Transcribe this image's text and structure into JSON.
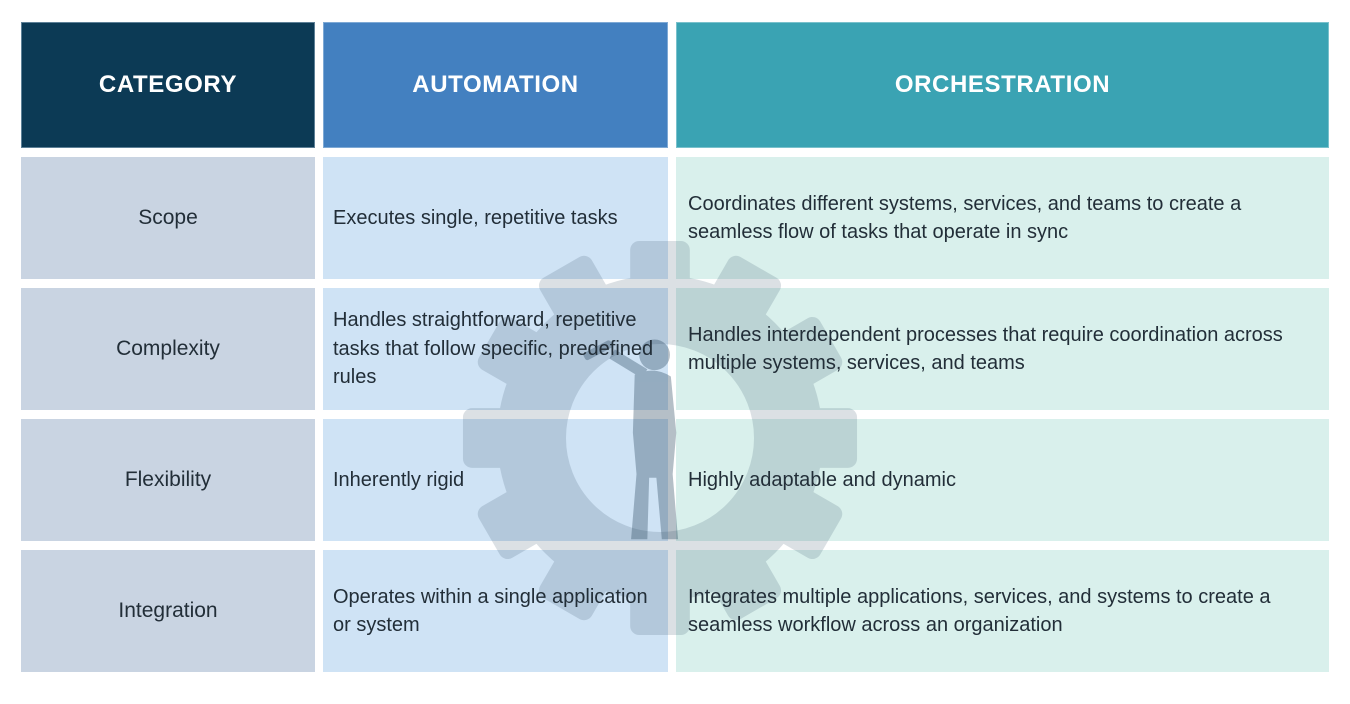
{
  "table": {
    "headers": [
      {
        "label": "CATEGORY"
      },
      {
        "label": "AUTOMATION"
      },
      {
        "label": "ORCHESTRATION"
      }
    ],
    "rows": [
      {
        "category": "Scope",
        "automation": "Executes single, repetitive tasks",
        "orchestration": "Coordinates different systems, services, and teams to create a seamless flow of tasks that operate in sync"
      },
      {
        "category": "Complexity",
        "automation": "Handles straightforward, repetitive tasks that follow specific, predefined rules",
        "orchestration": "Handles interdependent processes that require coordination across multiple systems, services, and teams"
      },
      {
        "category": "Flexibility",
        "automation": "Inherently rigid",
        "orchestration": "Highly adaptable and dynamic"
      },
      {
        "category": "Integration",
        "automation": "Operates within a single application or system",
        "orchestration": "Integrates multiple applications, services, and systems to create a seamless workflow across an organization"
      }
    ]
  },
  "watermark": {
    "icon": "gear-person-watermark"
  },
  "colors": {
    "header_category_bg": "#0c3a55",
    "header_automation_bg": "#4380c0",
    "header_orchestration_bg": "#3aa3b3",
    "cell_category_bg": "#c9d4e2",
    "cell_automation_bg": "#cfe3f5",
    "cell_orchestration_bg": "#d9f0ec",
    "header_text": "#ffffff",
    "body_text": "#222e38",
    "watermark_tint": "#26435c"
  }
}
